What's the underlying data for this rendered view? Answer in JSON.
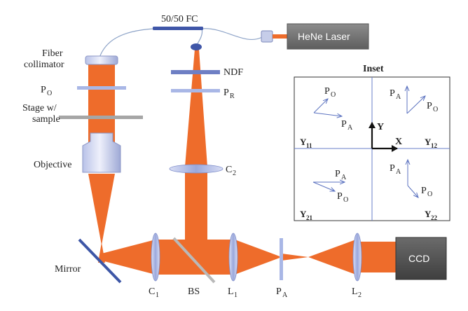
{
  "colors": {
    "beam": "#ee6c2b",
    "optic": "#a9b7e6",
    "optic_dark": "#6e7fc4",
    "mirror": "#3d56a6",
    "fiber": "#8ea4c8",
    "laser_box": "#7a7a7a",
    "ccd_box": "#555555"
  },
  "labels": {
    "fiber_coupler": "50/50 FC",
    "laser": "HeNe Laser",
    "fiber_collimator_line1": "Fiber",
    "fiber_collimator_line2": "collimator",
    "po": {
      "main": "P",
      "sub": "O"
    },
    "stage_line1": "Stage w/",
    "stage_line2": "sample",
    "objective": "Objective",
    "mirror": "Mirror",
    "ndf": "NDF",
    "pr": {
      "main": "P",
      "sub": "R"
    },
    "c2": {
      "main": "C",
      "sub": "2"
    },
    "c1": {
      "main": "C",
      "sub": "1"
    },
    "bs": "BS",
    "l1": {
      "main": "L",
      "sub": "1"
    },
    "pa": {
      "main": "P",
      "sub": "A"
    },
    "l2": {
      "main": "L",
      "sub": "2"
    },
    "ccd": "CCD"
  },
  "inset": {
    "title": "Inset",
    "axis_x": "X",
    "axis_y": "Y",
    "quadrants": {
      "q11": {
        "name": "Y",
        "sub": "11",
        "po": {
          "main": "P",
          "sub": "O"
        },
        "pa": {
          "main": "P",
          "sub": "A"
        }
      },
      "q12": {
        "name": "Y",
        "sub": "12",
        "po": {
          "main": "P",
          "sub": "O"
        },
        "pa": {
          "main": "P",
          "sub": "A"
        }
      },
      "q21": {
        "name": "Y",
        "sub": "21",
        "po": {
          "main": "P",
          "sub": "O"
        },
        "pa": {
          "main": "P",
          "sub": "A"
        }
      },
      "q22": {
        "name": "Y",
        "sub": "22",
        "po": {
          "main": "P",
          "sub": "O"
        },
        "pa": {
          "main": "P",
          "sub": "A"
        }
      }
    }
  }
}
